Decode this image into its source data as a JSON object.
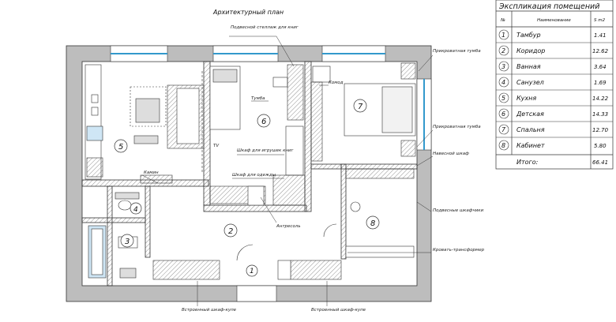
{
  "plan_title": "Архитектурный план",
  "annotations": {
    "shelf_top": "Подвесной стеллаж для книг",
    "nightstand_1": "Прикроватная тумба",
    "nightstand_2": "Прикроватная тумба",
    "wardrobe_wall": "Навесной шкаф",
    "tumba": "Тумба",
    "komod": "Комод",
    "toy_wardrobe": "Шкаф для игрушек книг",
    "clothes_wardrobe": "Шкаф для одежды",
    "tv": "TV",
    "fireplace": "Камин",
    "antresol": "Антресоль",
    "hanging_cabinets": "Подвесные шкафчики",
    "sofa_bed": "Кровать-трансформер",
    "builtin_1": "Встроенный шкаф-купе",
    "builtin_2": "Встроенный шкаф-купе"
  },
  "room_numbers": [
    "1",
    "2",
    "3",
    "4",
    "5",
    "6",
    "7",
    "8"
  ],
  "table": {
    "title": "Экспликация помещений",
    "header": {
      "no": "№",
      "name": "Наименование",
      "area": "S m2"
    },
    "rows": [
      {
        "no": "1",
        "name": "Тамбур",
        "area": "1.41"
      },
      {
        "no": "2",
        "name": "Коридор",
        "area": "12.62"
      },
      {
        "no": "3",
        "name": "Ванная",
        "area": "3.64"
      },
      {
        "no": "4",
        "name": "Санузел",
        "area": "1.69"
      },
      {
        "no": "5",
        "name": "Кухня",
        "area": "14.22"
      },
      {
        "no": "6",
        "name": "Детская",
        "area": "14.33"
      },
      {
        "no": "7",
        "name": "Спальня",
        "area": "12.70"
      },
      {
        "no": "8",
        "name": "Кабинет",
        "area": "5.80"
      }
    ],
    "total": {
      "name": "Итого:",
      "area": "66.41"
    }
  }
}
